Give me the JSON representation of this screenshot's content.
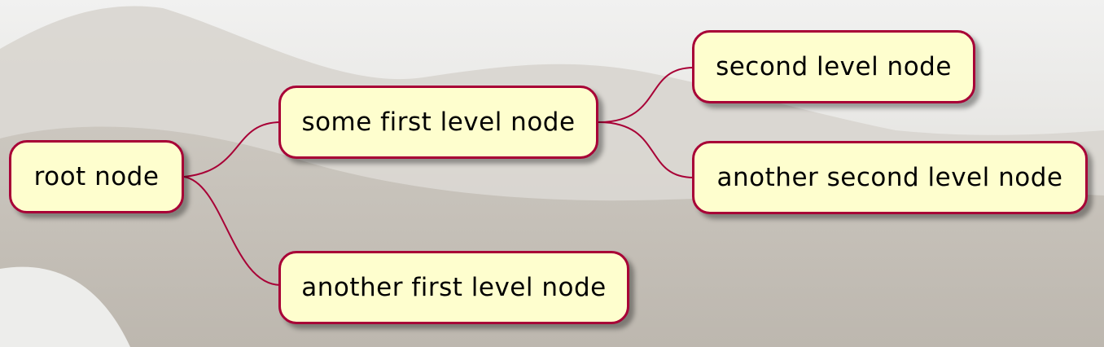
{
  "mindmap": {
    "root": "root node",
    "first_level": [
      {
        "label": "some first level node",
        "children": [
          "second level node",
          "another second level node"
        ]
      },
      {
        "label": "another first level node",
        "children": []
      }
    ]
  },
  "colors": {
    "node_fill": "#fefece",
    "node_border": "#a80036",
    "connector": "#a80036"
  }
}
